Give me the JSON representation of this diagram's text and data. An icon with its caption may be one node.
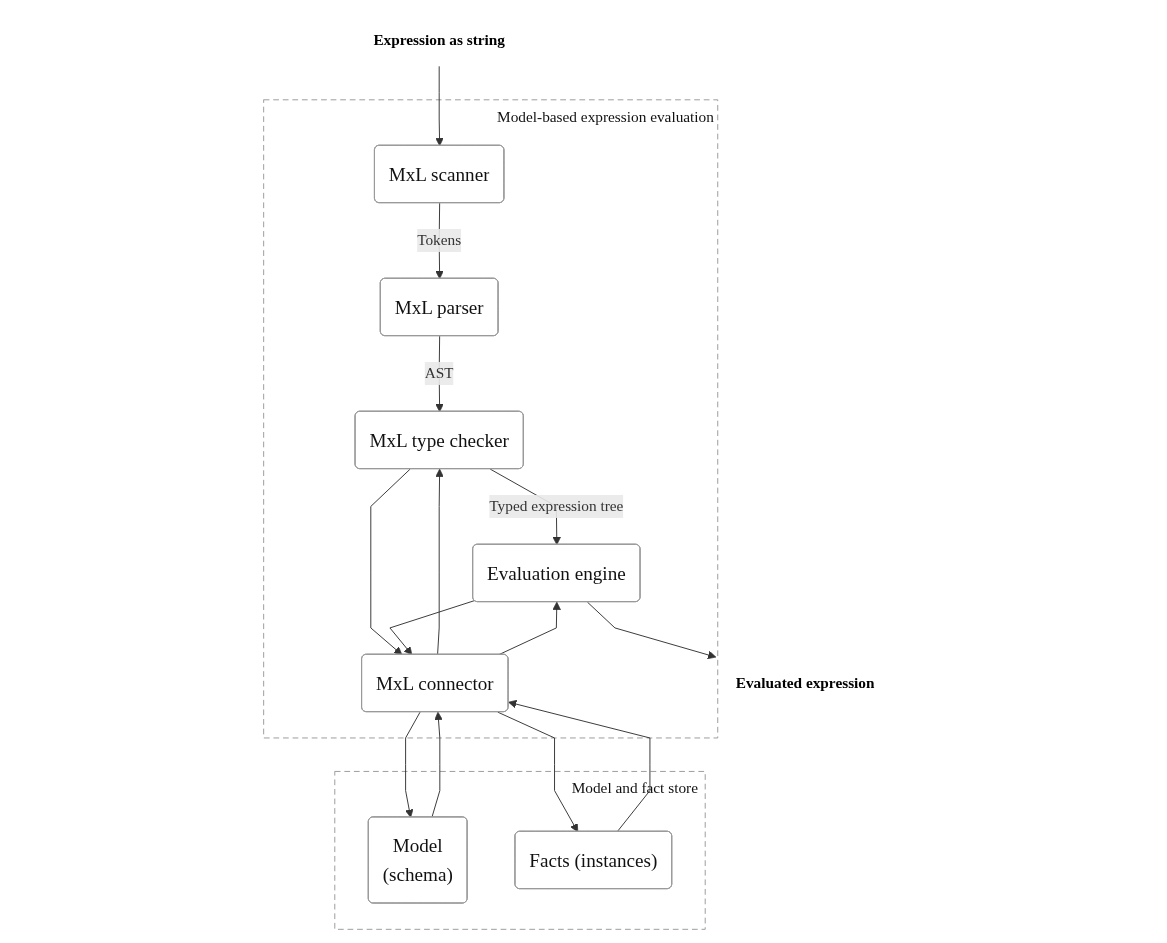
{
  "diagram": {
    "nodes": [
      {
        "text": [
          "Expression as string"
        ]
      },
      {
        "text": [
          "Model-based expression evaluation"
        ]
      },
      {
        "text": [
          "MxL scanner"
        ],
        "in": 1
      },
      {
        "text": [
          "MxL parser"
        ],
        "in": 1
      },
      {
        "text": [
          "MxL type checker"
        ],
        "in": 1
      },
      {
        "text": [
          "Evaluation engine"
        ],
        "in": 1
      },
      {
        "text": [
          "MxL connector"
        ],
        "in": 1
      },
      {
        "text": [
          "Model and fact store"
        ]
      },
      {
        "text": [
          "Model",
          "(schema)"
        ],
        "in": 7
      },
      {
        "text": [
          "Facts (instances)"
        ],
        "in": 7
      },
      {
        "text": [
          "Evaluated expression"
        ]
      }
    ],
    "edges": [
      {
        "from": 0,
        "to": 2,
        "arrow": "to"
      },
      {
        "from": 2,
        "to": 3,
        "arrow": "to",
        "label": "Tokens"
      },
      {
        "from": 3,
        "to": 4,
        "arrow": "to",
        "label": "AST"
      },
      {
        "from": 4,
        "to": 5,
        "arrow": "to",
        "label": "Typed expression tree"
      },
      {
        "from": 5,
        "to": 10,
        "arrow": "to"
      },
      {
        "from": 6,
        "to": 4,
        "arrow": "to"
      },
      {
        "from": 4,
        "to": 6,
        "arrow": "to"
      },
      {
        "from": 8,
        "to": 6,
        "arrow": "to"
      },
      {
        "from": 6,
        "to": 8,
        "arrow": "to"
      },
      {
        "from": 6,
        "to": 5,
        "arrow": "to"
      },
      {
        "from": 5,
        "to": 6,
        "arrow": "to"
      },
      {
        "from": 9,
        "to": 6,
        "arrow": "to"
      },
      {
        "from": 6,
        "to": 9,
        "arrow": "to"
      }
    ]
  }
}
